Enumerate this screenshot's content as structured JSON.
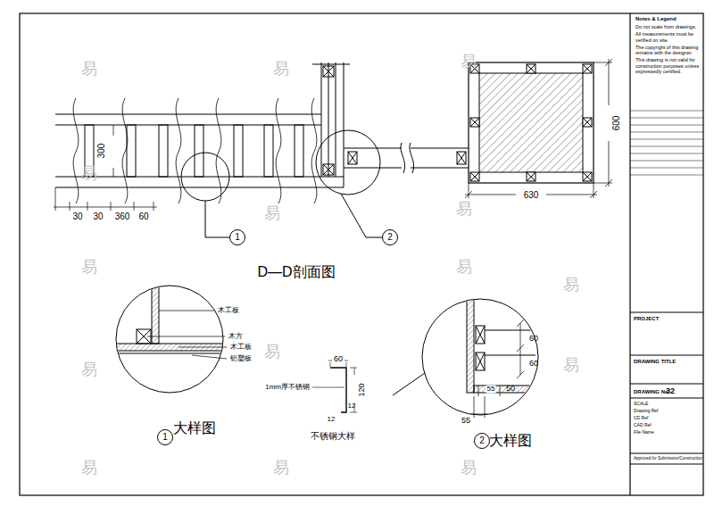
{
  "diagram": {
    "nodes": [
      {
        "text": [
          "1"
        ]
      },
      {
        "text": [
          "2"
        ]
      },
      {
        "text": [
          "1"
        ]
      },
      {
        "text": [
          "2"
        ]
      }
    ],
    "labels": [
      "300",
      "30",
      "30",
      "360",
      "60",
      "600",
      "630",
      "D—D剖面图",
      "木工板",
      "木方",
      "木工板",
      "铝塑板",
      "60",
      "120",
      "1mm厚不锈钢",
      "12",
      "12",
      "不锈钢大样",
      "大样图",
      "大样图",
      "60",
      "60",
      "55",
      "50",
      "55",
      "Notes & Legend",
      "Do not scale from drawings.",
      "All measurements must be verified on site.",
      "The copyright of this drawing remains with the designer.",
      "This drawing is not valid for construction purposes unless expressedly certified.",
      "PROJECT",
      "DRAWING TITLE",
      "DRAWING No.",
      "32",
      "SCALE",
      "Drawing Ref",
      "CD Ref",
      "CAD Ref",
      "File Name",
      "Approved for Submission/Construction",
      "易",
      "易",
      "易",
      "易",
      "易",
      "易",
      "易",
      "易",
      "易",
      "易",
      "易",
      "易",
      "易",
      "易",
      "易"
    ]
  }
}
